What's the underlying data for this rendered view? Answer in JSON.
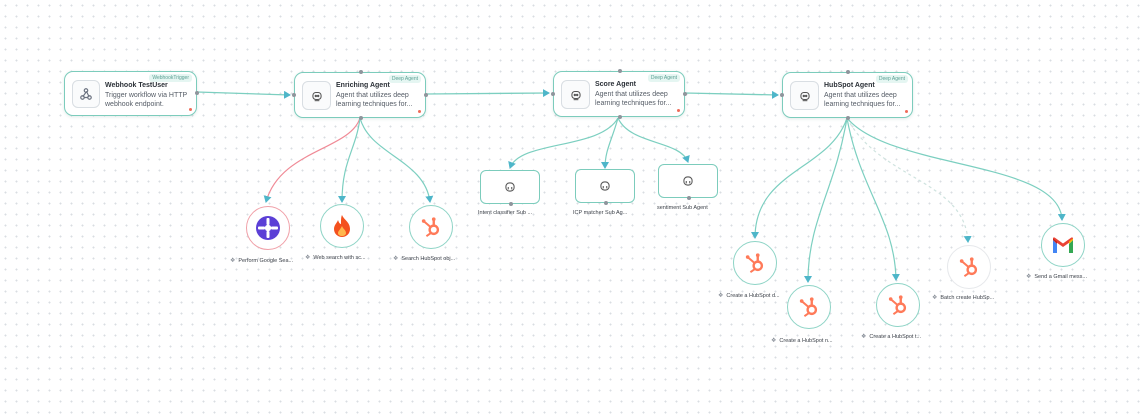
{
  "nodes": {
    "webhook": {
      "title": "Webhook TestUser",
      "badge": "WebhookTrigger",
      "desc": "Trigger workflow via HTTP webhook endpoint."
    },
    "enriching": {
      "title": "Enriching Agent",
      "badge": "Deep Agent",
      "desc": "Agent that utilizes deep learning techniques for..."
    },
    "score": {
      "title": "Score Agent",
      "badge": "Deep Agent",
      "desc": "Agent that utilizes deep learning techniques for..."
    },
    "hubspot": {
      "title": "HubSpot Agent",
      "badge": "Deep Agent",
      "desc": "Agent that utilizes deep learning techniques for..."
    }
  },
  "sub_agents": [
    {
      "label": "Intent classifier Sub ...",
      "icon": "robot-icon"
    },
    {
      "label": "ICP matcher Sub Ag...",
      "icon": "robot-icon"
    },
    {
      "label": "sentiment Sub Agent",
      "icon": "robot-icon"
    }
  ],
  "tools": [
    {
      "label": "Perform Google Sea...",
      "icon": "google-search-tool-icon",
      "accent": "#5b3fd6"
    },
    {
      "label": "Web search with sc...",
      "icon": "flame-icon",
      "accent": "#f4511e"
    },
    {
      "label": "Search HubSpot obj...",
      "icon": "hubspot-icon",
      "accent": "#ff7a59"
    },
    {
      "label": "Create a HubSpot d...",
      "icon": "hubspot-icon",
      "accent": "#ff7a59"
    },
    {
      "label": "Create a HubSpot n...",
      "icon": "hubspot-icon",
      "accent": "#ff7a59"
    },
    {
      "label": "Create a HubSpot t...",
      "icon": "hubspot-icon",
      "accent": "#ff7a59"
    },
    {
      "label": "Batch create HubSp...",
      "icon": "hubspot-icon",
      "accent": "#ff7a59"
    },
    {
      "label": "Send a Gmail mess...",
      "icon": "gmail-icon",
      "accent": "#ea4335"
    }
  ],
  "colors": {
    "edge": "#7ccfc0",
    "edge_red": "#f08a96",
    "arrow": "#4eb6c9",
    "status": "#ef6b5a"
  }
}
